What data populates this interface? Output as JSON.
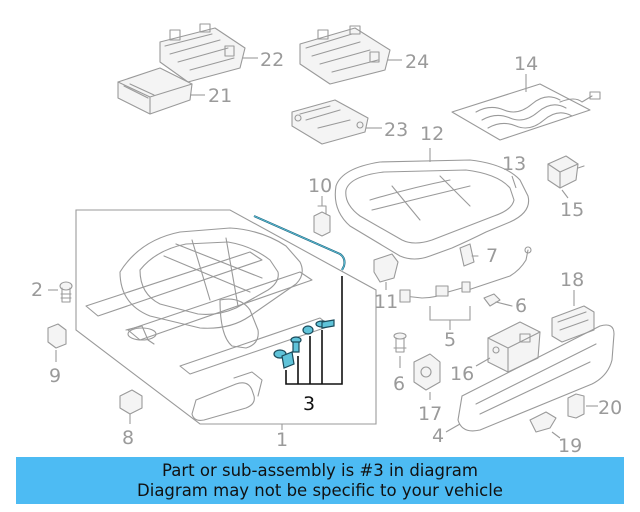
{
  "diagram": {
    "callouts": [
      "1",
      "2",
      "3",
      "4",
      "5",
      "6",
      "6",
      "7",
      "8",
      "9",
      "10",
      "11",
      "12",
      "13",
      "14",
      "15",
      "16",
      "17",
      "18",
      "19",
      "20",
      "21",
      "22",
      "23",
      "24"
    ],
    "highlighted_part": "3"
  },
  "banner": {
    "line1": "Part or sub-assembly is #3 in diagram",
    "line2": "Diagram may not be specific to your vehicle"
  },
  "colors": {
    "banner_bg": "#4dbbf3",
    "highlight_part": "#5fc3d9",
    "inactive_line": "#9a9a9a"
  }
}
